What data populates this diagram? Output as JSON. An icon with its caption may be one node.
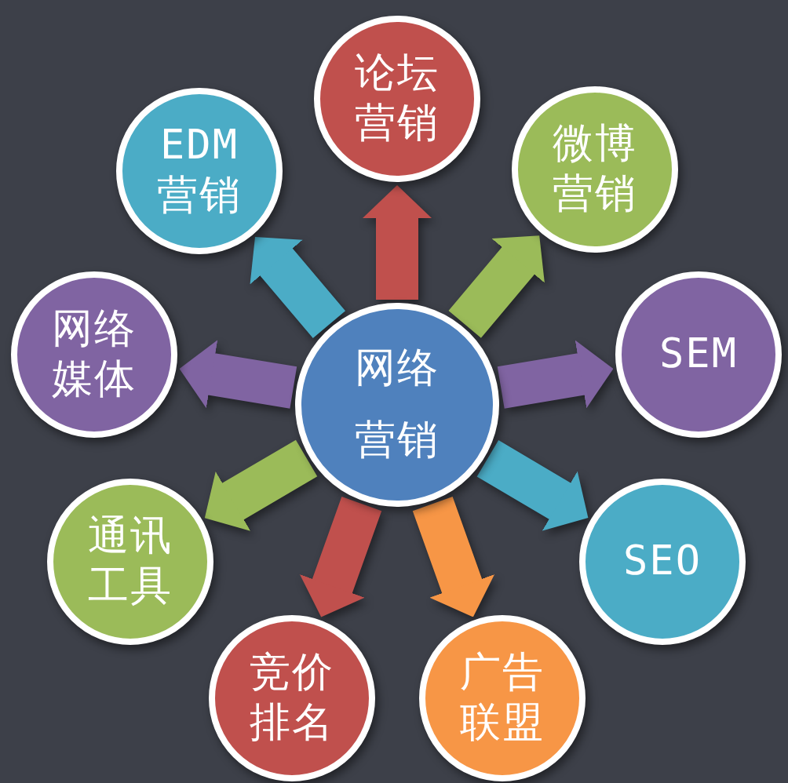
{
  "diagram": {
    "nodes": [
      {
        "text": [
          "论坛营销"
        ]
      },
      {
        "text": [
          "EDM营销"
        ]
      },
      {
        "text": [
          "微博营销"
        ]
      },
      {
        "text": [
          "网络媒体"
        ]
      },
      {
        "text": [
          "网络营销"
        ]
      },
      {
        "text": [
          "SEM"
        ]
      },
      {
        "text": [
          "通讯工具"
        ]
      },
      {
        "text": [
          "SEO"
        ]
      },
      {
        "text": [
          "竞价排名"
        ]
      },
      {
        "text": [
          "广告联盟"
        ]
      }
    ],
    "edges": [
      {
        "from": 4,
        "to": 0,
        "arrow": "to",
        "color": "#c0504d"
      },
      {
        "from": 4,
        "to": 1,
        "arrow": "to",
        "color": "#4bacc6"
      },
      {
        "from": 4,
        "to": 2,
        "arrow": "to",
        "color": "#9bbb59"
      },
      {
        "from": 4,
        "to": 3,
        "arrow": "to",
        "color": "#8064a2"
      },
      {
        "from": 4,
        "to": 5,
        "arrow": "to",
        "color": "#8064a2"
      },
      {
        "from": 4,
        "to": 6,
        "arrow": "to",
        "color": "#9bbb59"
      },
      {
        "from": 4,
        "to": 7,
        "arrow": "to",
        "color": "#4bacc6"
      },
      {
        "from": 4,
        "to": 8,
        "arrow": "to",
        "color": "#c0504d"
      },
      {
        "from": 4,
        "to": 9,
        "arrow": "to",
        "color": "#f79646"
      }
    ]
  }
}
